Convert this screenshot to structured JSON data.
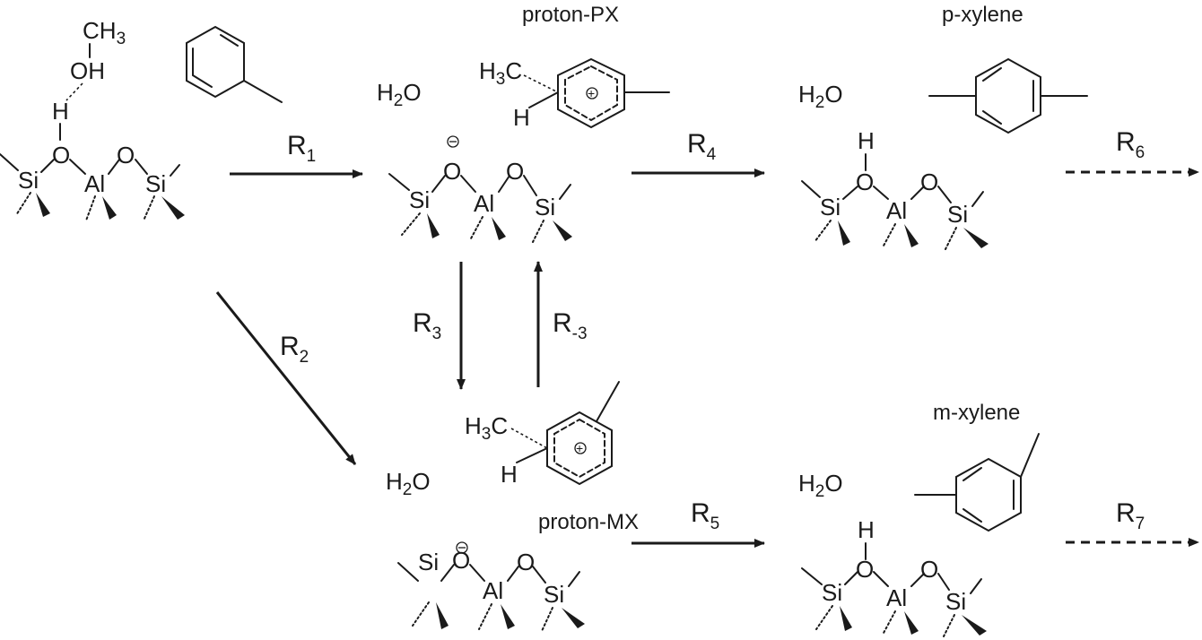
{
  "molecules": {
    "methanol": {
      "carbon": "CH",
      "carbon_sub": "3",
      "oxygen": "OH"
    },
    "proton_px": {
      "name": "proton-PX",
      "methyl": "H",
      "methyl_sub": "3",
      "methyl_tail": "C",
      "hydrogen": "H"
    },
    "p_xylene": {
      "name": "p-xylene"
    },
    "proton_mx": {
      "name": "proton-MX",
      "methyl": "H",
      "methyl_sub": "3",
      "methyl_tail": "C",
      "hydrogen": "H"
    },
    "m_xylene": {
      "name": "m-xylene"
    }
  },
  "water": {
    "h": "H",
    "sub": "2",
    "o": "O"
  },
  "framework": {
    "si": "Si",
    "o": "O",
    "al": "Al",
    "h": "H"
  },
  "reactions": [
    {
      "id": "R1",
      "letter": "R",
      "sub": "1",
      "style": "solid"
    },
    {
      "id": "R2",
      "letter": "R",
      "sub": "2",
      "style": "solid"
    },
    {
      "id": "R3",
      "letter": "R",
      "sub": "3",
      "style": "solid"
    },
    {
      "id": "R-3",
      "letter": "R",
      "sub": "-3",
      "style": "solid"
    },
    {
      "id": "R4",
      "letter": "R",
      "sub": "4",
      "style": "solid"
    },
    {
      "id": "R5",
      "letter": "R",
      "sub": "5",
      "style": "solid"
    },
    {
      "id": "R6",
      "letter": "R",
      "sub": "6",
      "style": "dashed"
    },
    {
      "id": "R7",
      "letter": "R",
      "sub": "7",
      "style": "dashed"
    }
  ]
}
